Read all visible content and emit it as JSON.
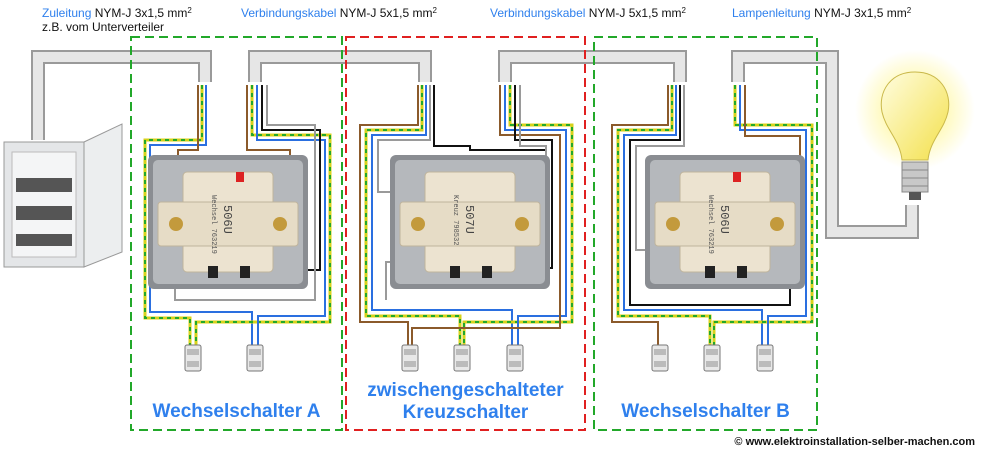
{
  "cables": [
    {
      "label": "Zuleitung",
      "spec": "NYM-J 3x1,5 mm",
      "sup": "2",
      "note": "z.B. vom Unterverteiler"
    },
    {
      "label": "Verbindungskabel",
      "spec": "NYM-J 5x1,5 mm",
      "sup": "2"
    },
    {
      "label": "Verbindungskabel",
      "spec": "NYM-J 5x1,5 mm",
      "sup": "2"
    },
    {
      "label": "Lampenleitung",
      "spec": "NYM-J 3x1,5 mm",
      "sup": "2"
    }
  ],
  "sections": {
    "a": "Wechselschalter A",
    "cross_line1": "zwischengeschalteter",
    "cross_line2": "Kreuzschalter",
    "b": "Wechselschalter B"
  },
  "switches": {
    "a": {
      "model": "506U",
      "type": "Wechsel 763219"
    },
    "cross": {
      "model": "507U",
      "type": "Kreuz 798532"
    },
    "b": {
      "model": "506U",
      "type": "Wechsel 763219"
    }
  },
  "copyright": "© www.elektroinstallation-selber-machen.com",
  "colors": {
    "accent": "#2f80ed",
    "green_box": "#22a82a",
    "red_box": "#e02020",
    "blue": "#2a6fe0",
    "brown": "#8b5a2b",
    "black": "#111111",
    "gray": "#9a9a9a",
    "pe": "#d7d21a"
  }
}
